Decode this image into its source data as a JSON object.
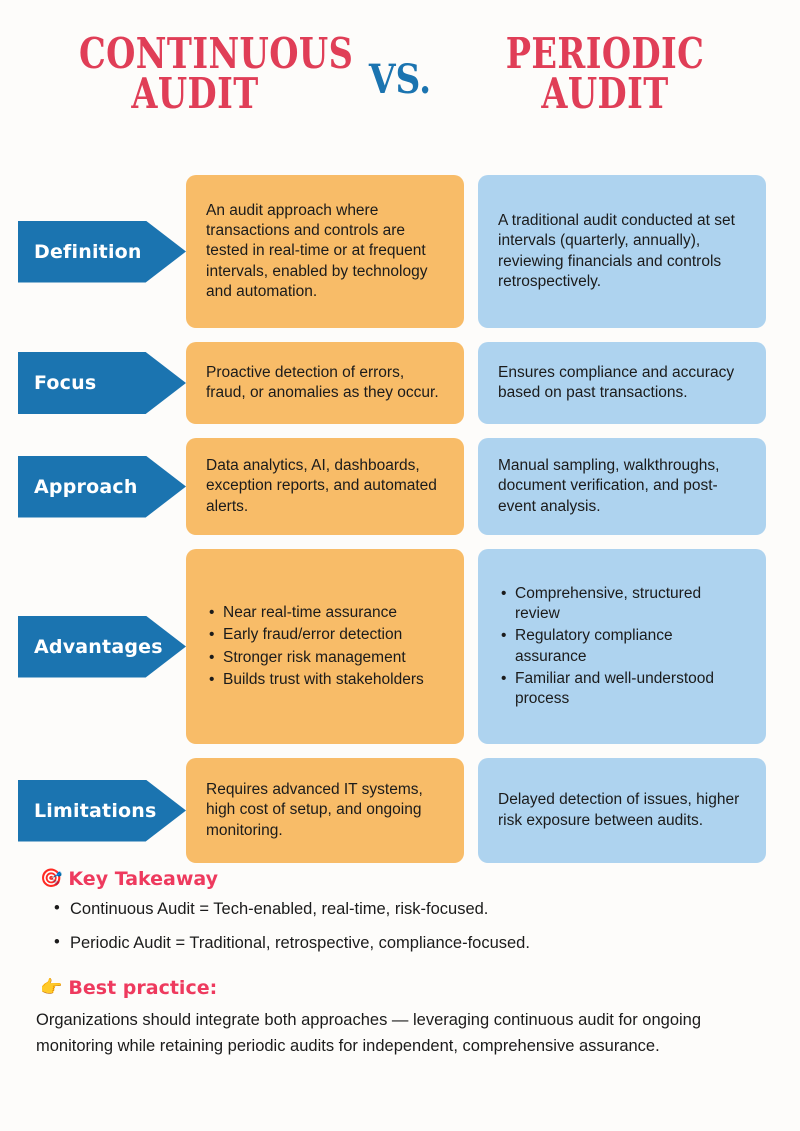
{
  "colors": {
    "accent_pink": "#E03E57",
    "accent_pink_bright": "#EE3A5E",
    "blue_dark": "#1B74B0",
    "orange_card": "#F8BC68",
    "blue_card": "#AED3EF",
    "background": "#FDFCFA",
    "text": "#1B1B1B"
  },
  "header": {
    "left_title_line1": "CONTINUOUS",
    "left_title_line2": "AUDIT",
    "versus": "VS.",
    "right_title_line1": "PERIODIC",
    "right_title_line2": "AUDIT"
  },
  "rows": [
    {
      "label": "Definition",
      "continuous": {
        "type": "paragraph",
        "text": "An audit approach where transactions and controls are tested in real-time or at frequent intervals, enabled by technology and automation."
      },
      "periodic": {
        "type": "paragraph",
        "text": "A traditional audit conducted at set intervals (quarterly, annually), reviewing financials and controls retrospectively."
      }
    },
    {
      "label": "Focus",
      "continuous": {
        "type": "paragraph",
        "text": "Proactive detection of errors, fraud, or anomalies as they occur."
      },
      "periodic": {
        "type": "paragraph",
        "text": "Ensures compliance and accuracy based on past transactions."
      }
    },
    {
      "label": "Approach",
      "continuous": {
        "type": "paragraph",
        "text": "Data analytics, AI, dashboards, exception reports, and automated alerts."
      },
      "periodic": {
        "type": "paragraph",
        "text": "Manual sampling, walkthroughs, document verification, and post-event analysis."
      }
    },
    {
      "label": "Advantages",
      "continuous": {
        "type": "list",
        "items": [
          "Near real-time assurance",
          "Early fraud/error detection",
          "Stronger risk management",
          "Builds trust with stakeholders"
        ]
      },
      "periodic": {
        "type": "list",
        "items": [
          "Comprehensive, structured review",
          "Regulatory compliance assurance",
          "Familiar and well-understood process"
        ]
      }
    },
    {
      "label": "Limitations",
      "continuous": {
        "type": "paragraph",
        "text": "Requires advanced IT systems, high cost of setup, and ongoing monitoring."
      },
      "periodic": {
        "type": "paragraph",
        "text": "Delayed detection of issues, higher risk exposure between audits."
      }
    }
  ],
  "key_takeaway": {
    "icon": "direct-hit-target-emoji",
    "icon_glyph": "🎯",
    "heading": "Key Takeaway",
    "items": [
      "Continuous Audit = Tech-enabled, real-time, risk-focused.",
      "Periodic Audit = Traditional, retrospective, compliance-focused."
    ]
  },
  "best_practice": {
    "icon": "pointing-right-hand-emoji",
    "icon_glyph": "👉",
    "heading": "Best practice:",
    "body": "Organizations should integrate both approaches — leveraging continuous audit for ongoing monitoring while retaining periodic audits for independent, comprehensive assurance."
  }
}
